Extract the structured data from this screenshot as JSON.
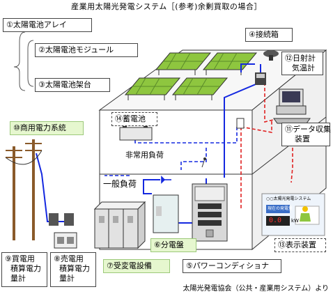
{
  "title": "産業用太陽光発電システム［(参考)余剰買取の場合］",
  "labels": {
    "array": "①太陽電池アレイ",
    "module": "②太陽電池モジュール",
    "mount": "③太陽電池架台",
    "junction": "④接続箱",
    "pcs": "⑤パワーコンディショナ",
    "distribution": "⑥分電盤",
    "substation": "⑦受変電設備",
    "sell_meter": [
      "⑧売電用",
      "積算電力",
      "量計"
    ],
    "buy_meter": [
      "⑨買電用",
      "積算電力",
      "量計"
    ],
    "grid": "⑩商用電力系統",
    "data_collection": [
      "⑪データ収集",
      "装置"
    ],
    "irradiance": [
      "⑫日射計",
      "気温計"
    ],
    "display": "⑬表示装置",
    "battery": "⑭蓄電池",
    "emergency_load": "非常用負荷",
    "general_load": "一般負荷"
  },
  "display_panel": {
    "title": "○○太陽光発電システム",
    "sub": "現在の発電量",
    "value": "0.0",
    "unit": "kW"
  },
  "credit": "太陽光発電協会（公共・産業用システム）より",
  "colors": {
    "power_line": "#1428e0",
    "data_line": "#e02020",
    "panel": "#8ec63f",
    "label_green": "#e6f7cf"
  }
}
